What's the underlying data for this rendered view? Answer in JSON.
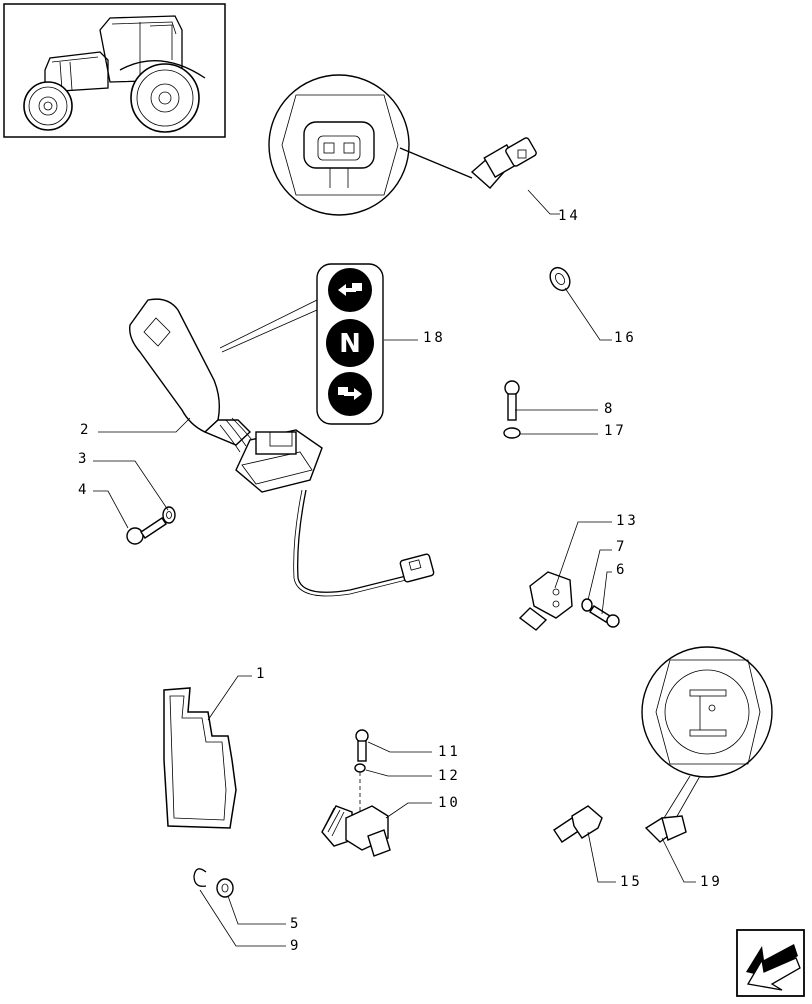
{
  "callouts": [
    {
      "id": "c1",
      "text": "1"
    },
    {
      "id": "c2",
      "text": "2"
    },
    {
      "id": "c3",
      "text": "3"
    },
    {
      "id": "c4",
      "text": "4"
    },
    {
      "id": "c5",
      "text": "5"
    },
    {
      "id": "c6",
      "text": "6"
    },
    {
      "id": "c7",
      "text": "7"
    },
    {
      "id": "c8",
      "text": "8"
    },
    {
      "id": "c9",
      "text": "9"
    },
    {
      "id": "c10",
      "text": "10"
    },
    {
      "id": "c11",
      "text": "11"
    },
    {
      "id": "c12",
      "text": "12"
    },
    {
      "id": "c13",
      "text": "13"
    },
    {
      "id": "c14",
      "text": "14"
    },
    {
      "id": "c15",
      "text": "15"
    },
    {
      "id": "c16",
      "text": "16"
    },
    {
      "id": "c17",
      "text": "17"
    },
    {
      "id": "c18",
      "text": "18"
    },
    {
      "id": "c19",
      "text": "19"
    }
  ],
  "selector_symbols": {
    "neutral_letter": "N"
  }
}
